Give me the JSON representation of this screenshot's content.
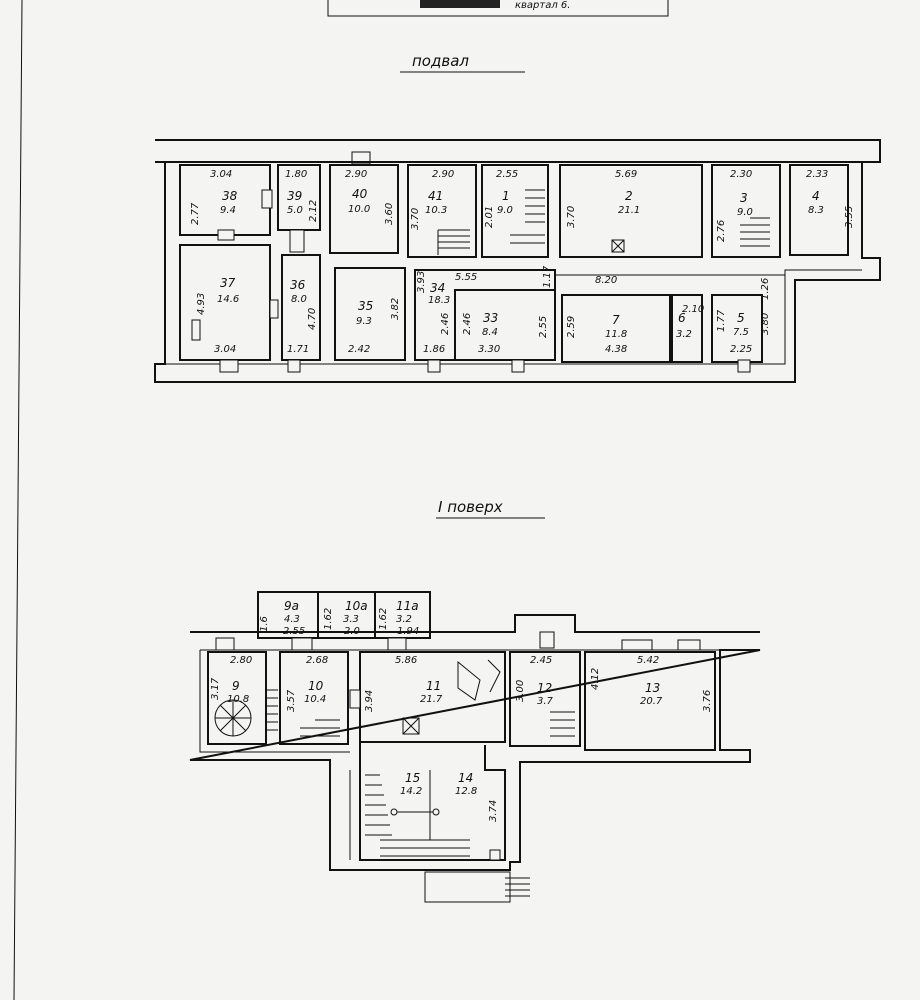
{
  "header": {
    "block_label": "квартал 6."
  },
  "basement": {
    "title": "подвал",
    "rooms": [
      {
        "id": "38",
        "area": "9.4"
      },
      {
        "id": "39",
        "area": "5.0"
      },
      {
        "id": "40",
        "area": "10.0"
      },
      {
        "id": "41",
        "area": "10.3"
      },
      {
        "id": "1",
        "area": "9.0"
      },
      {
        "id": "2",
        "area": "21.1"
      },
      {
        "id": "3",
        "area": "9.0"
      },
      {
        "id": "4",
        "area": "8.3"
      },
      {
        "id": "37",
        "area": "14.6"
      },
      {
        "id": "36",
        "area": "8.0"
      },
      {
        "id": "35",
        "area": "9.3"
      },
      {
        "id": "34",
        "area": "18.3"
      },
      {
        "id": "33",
        "area": "8.4"
      },
      {
        "id": "7",
        "area": "11.8"
      },
      {
        "id": "6",
        "area": "3.2"
      },
      {
        "id": "5",
        "area": "7.5"
      }
    ],
    "dims": [
      "3.04",
      "2.77",
      "1.80",
      "2.12",
      "2.90",
      "3.60",
      "3.70",
      "2.90",
      "2.55",
      "2.01",
      "5.69",
      "3.70",
      "2.30",
      "2.76",
      "2.33",
      "3.55",
      "4.93",
      "3.04",
      "4.70",
      "1.71",
      "3.82",
      "2.42",
      "3.93",
      "2.46",
      "1.86",
      "5.55",
      "1.17",
      "2.46",
      "3.30",
      "2.55",
      "8.20",
      "2.59",
      "4.38",
      "2.10",
      "1.26",
      "1.77",
      "3.80",
      "2.25"
    ]
  },
  "first_floor": {
    "title": "I поверх",
    "rooms": [
      {
        "id": "9а",
        "area": "4.3"
      },
      {
        "id": "10а",
        "area": "3.3"
      },
      {
        "id": "11а",
        "area": "3.2"
      },
      {
        "id": "9",
        "area": "10.8"
      },
      {
        "id": "10",
        "area": "10.4"
      },
      {
        "id": "11",
        "area": "21.7"
      },
      {
        "id": "12",
        "area": "3.7"
      },
      {
        "id": "13",
        "area": "20.7"
      },
      {
        "id": "15",
        "area": "14.2"
      },
      {
        "id": "14",
        "area": "12.8"
      }
    ],
    "dims": [
      "1.6",
      "2.55",
      "1.62",
      "2.0",
      "1.62",
      "1.94",
      "2.80",
      "3.17",
      "2.68",
      "3.57",
      "5.86",
      "3.94",
      "2.45",
      "3.00",
      "4.12",
      "5.42",
      "3.76",
      "3.74"
    ]
  }
}
